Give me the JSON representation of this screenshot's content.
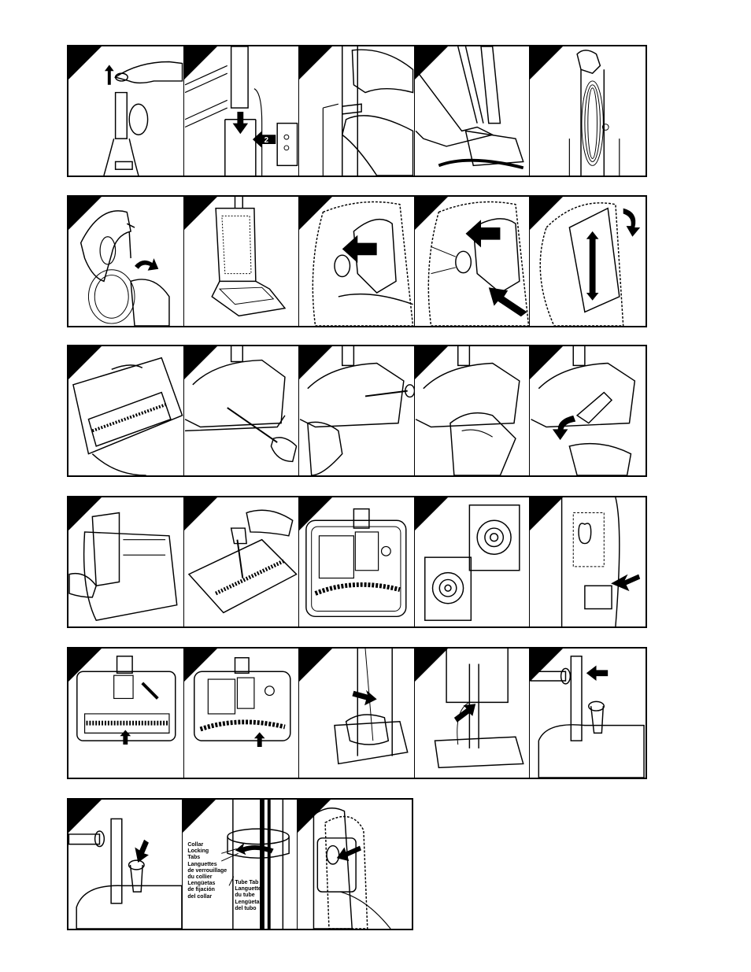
{
  "figure_rows": [
    {
      "row": 1,
      "panels": 5
    },
    {
      "row": 2,
      "panels": 5
    },
    {
      "row": 3,
      "panels": 5
    },
    {
      "row": 4,
      "panels": 5
    },
    {
      "row": 5,
      "panels": 5
    },
    {
      "row": 6,
      "panels": 3
    }
  ],
  "step_markers": {
    "arrow_step_two": "2"
  },
  "labels": {
    "collar_tabs": "Collar\nLocking\nTabs\nLanguettes\nde verrouillage\ndu collier\nLengüetas\nde fijación\ndel collar",
    "tube_tab": "Tube Tab\nLanguette\ndu tube\nLengüeta\ndel tubo"
  },
  "icons": {
    "panel_corner": "black-triangle-corner",
    "direction": "arrow-icon"
  },
  "colors": {
    "ink": "#000000",
    "paper": "#ffffff"
  }
}
